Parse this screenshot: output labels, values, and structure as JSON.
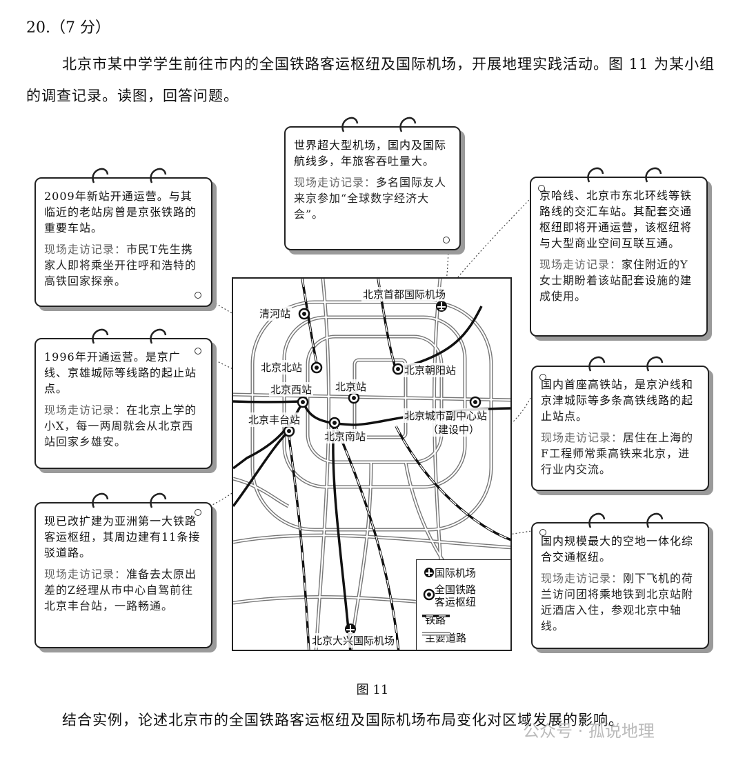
{
  "question": {
    "number": "20.（7 分）",
    "intro": "北京市某中学学生前往市内的全国铁路客运枢纽及国际机场，开展地理实践活动。图 11 为某小组的调查记录。读图，回答问题。",
    "figure_caption": "图 11",
    "prompt": "结合实例，论述北京市的全国铁路客运枢纽及国际机场布局变化对区域发展的影响。"
  },
  "notes": {
    "qinghe": {
      "main": "2009年新站开通运营。与其临近的老站房曾是京张铁路的重要车站。",
      "visit_label": "现场走访记录：",
      "visit": "市民T先生携家人即将乘坐开往呼和浩特的高铁回家探亲。"
    },
    "west": {
      "main": "1996年开通运营。是京广线、京雄城际等线路的起止站点。",
      "visit_label": "现场走访记录：",
      "visit": "在北京上学的小X，每一两周就会从北京西站回家乡雄安。"
    },
    "fengtai": {
      "main": "现已改扩建为亚洲第一大铁路客运枢纽，其周边建有11条接驳道路。",
      "visit_label": "现场走访记录：",
      "visit": "准备去太原出差的Z经理从市中心自驾前往北京丰台站，一路畅通。"
    },
    "capital": {
      "main": "世界超大型机场，国内及国际航线多，年旅客吞吐量大。",
      "visit_label": "现场走访记录：",
      "visit": "多名国际友人来京参加“全球数字经济大会”。"
    },
    "chaoyang": {
      "main": "京哈线、北京市东北环线等铁路线的交汇车站。其配套交通枢纽即将开通运营，该枢纽将与大型商业空间互联互通。",
      "visit_label": "现场走访记录：",
      "visit": "家住附近的Y女士期盼着该站配套设施的建成使用。"
    },
    "south": {
      "main": "国内首座高铁站，是京沪线和京津城际等多条高铁线路的起止站点。",
      "visit_label": "现场走访记录：",
      "visit": "居住在上海的F工程师常乘高铁来北京，进行业内交流。"
    },
    "daxing": {
      "main": "国内规模最大的空地一体化综合交通枢纽。",
      "visit_label": "现场走访记录：",
      "visit": "刚下飞机的荷兰访问团将乘地铁到北京站附近酒店入住，参观北京中轴线。"
    }
  },
  "map": {
    "labels": {
      "capital_airport": "北京首都国际机场",
      "qinghe": "清河站",
      "beijing_north": "北京北站",
      "chaoyang": "北京朝阳站",
      "beijing_west": "北京西站",
      "beijing": "北京站",
      "subcenter": "北京城市副中心站",
      "subcenter_note": "（建设中）",
      "fengtai": "北京丰台站",
      "beijing_south": "北京南站",
      "daxing_airport": "北京大兴国际机场"
    },
    "legend": {
      "airport": "国际机场",
      "hub_line1": "全国铁路",
      "hub_line2": "客运枢纽",
      "railway": "铁路",
      "road": "主要道路"
    },
    "icons": {
      "airport": "airport-icon",
      "hub": "railway-hub-icon"
    }
  },
  "watermark": "公众号 · 孤说地理"
}
